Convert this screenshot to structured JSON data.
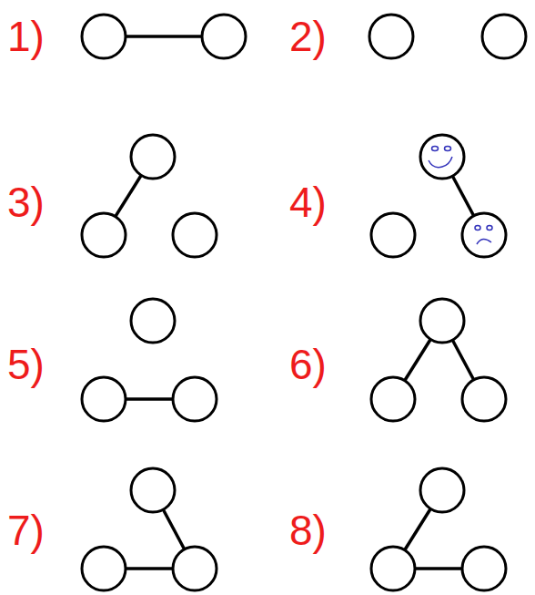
{
  "diagram": {
    "labels": [
      "1)",
      "2)",
      "3)",
      "4)",
      "5)",
      "6)",
      "7)",
      "8)"
    ]
  }
}
